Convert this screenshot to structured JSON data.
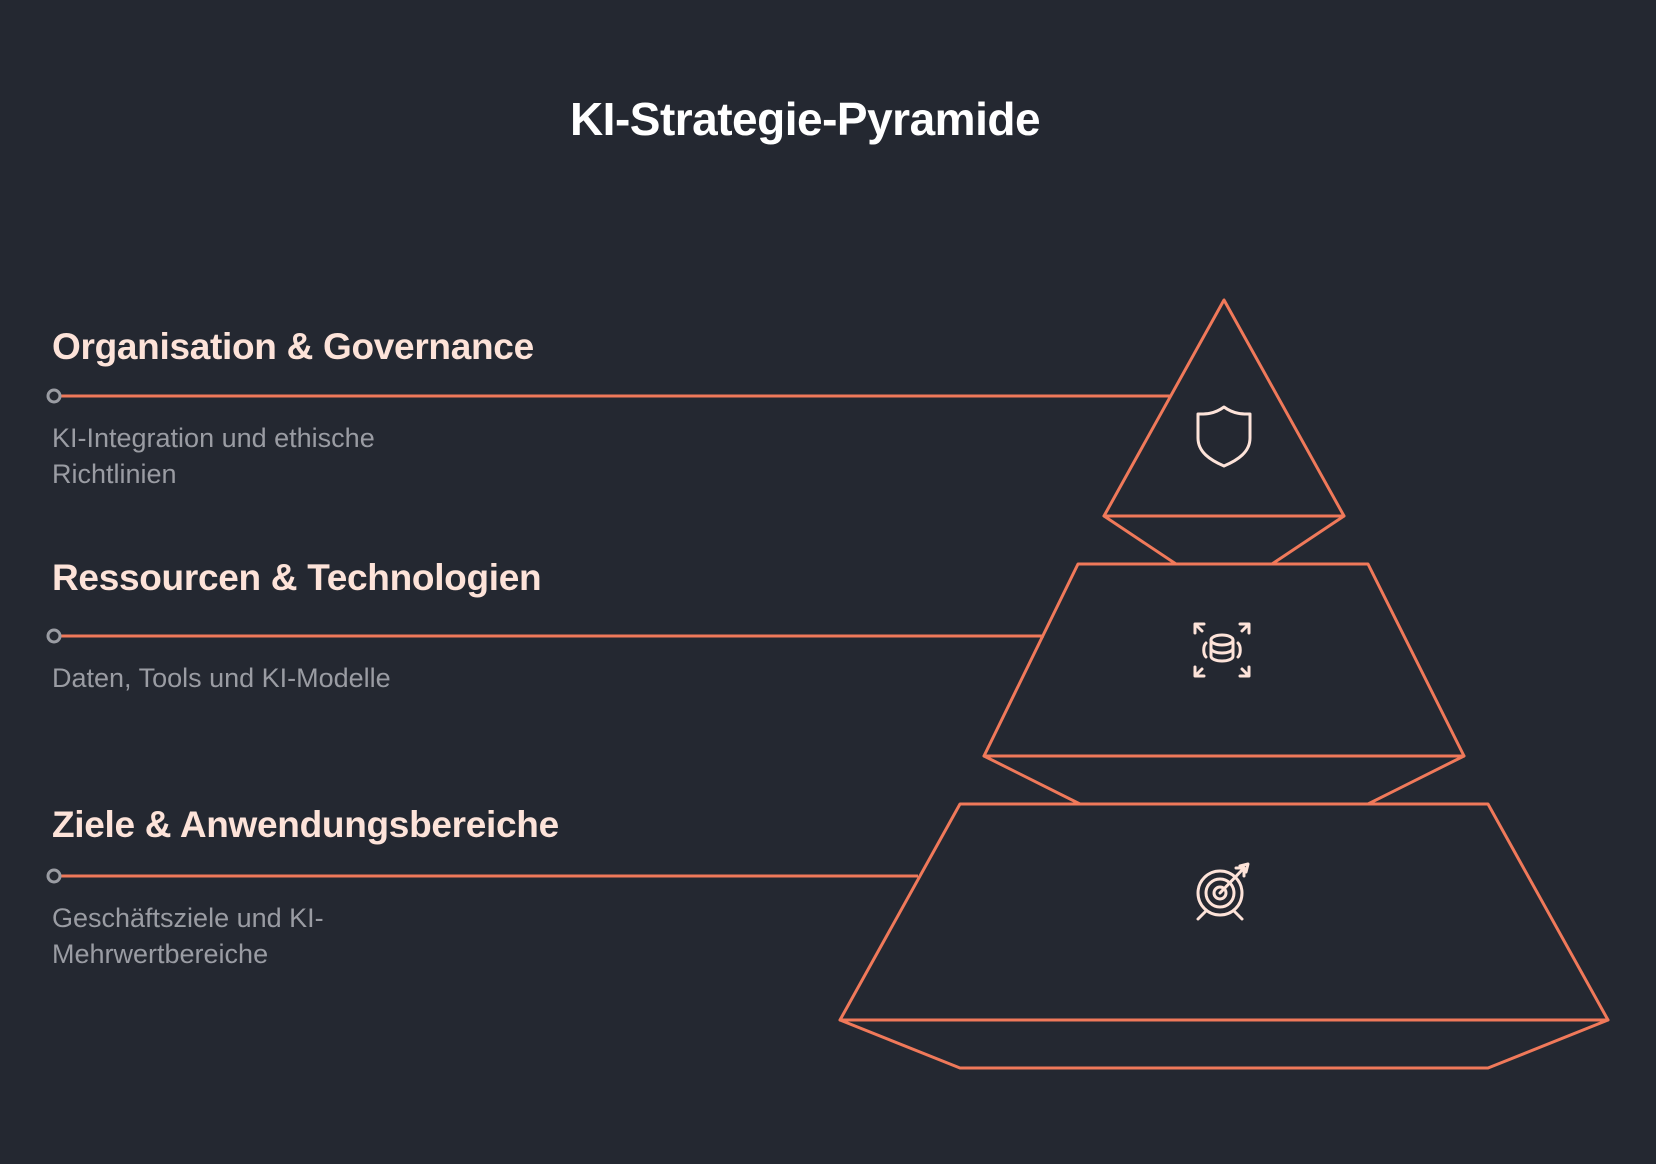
{
  "title": "KI-Strategie-Pyramide",
  "colors": {
    "background": "#242831",
    "accent": "#f0795a",
    "heading": "#fde3d9",
    "description": "#9a9ca3",
    "connector_dot": "#9a9ca3",
    "icon": "#fde3d9"
  },
  "tiers": [
    {
      "title": "Organisation & Governance",
      "description": "KI-Integration und ethische Richtlinien",
      "icon": "shield-icon"
    },
    {
      "title": "Ressourcen & Technologien",
      "description": "Daten, Tools und KI-Modelle",
      "icon": "database-scan-icon"
    },
    {
      "title": "Ziele & Anwendungsbereiche",
      "description": "Geschäftsziele und KI-Mehrwertbereiche",
      "icon": "target-arrow-icon"
    }
  ]
}
